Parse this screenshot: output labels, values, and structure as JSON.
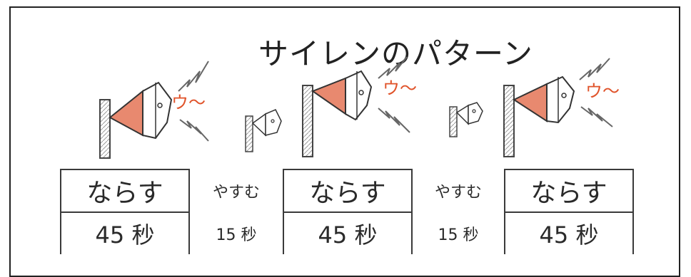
{
  "title": "サイレンのパターン",
  "sound_label": "ウ～",
  "pattern": [
    {
      "action": "ならす",
      "duration": "45 秒",
      "type": "sound"
    },
    {
      "action": "やすむ",
      "duration": "15 秒",
      "type": "rest"
    },
    {
      "action": "ならす",
      "duration": "45 秒",
      "type": "sound"
    },
    {
      "action": "やすむ",
      "duration": "15 秒",
      "type": "rest"
    },
    {
      "action": "ならす",
      "duration": "45 秒",
      "type": "sound"
    }
  ],
  "colors": {
    "siren_fill": "#e8896f",
    "sound_text": "#e0532a",
    "line": "#3a3a3a"
  }
}
